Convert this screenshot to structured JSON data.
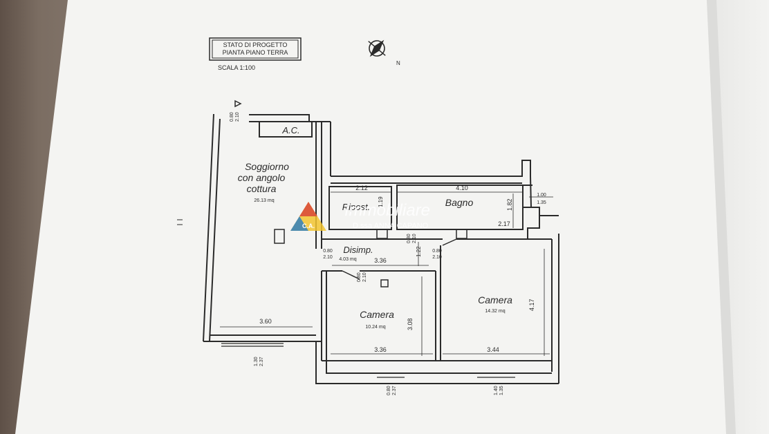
{
  "title_box": {
    "line1": "STATO DI PROGETTO",
    "line2": "PIANTA PIANO TERRA"
  },
  "scale": "SCALA 1:100",
  "compass_label": "N",
  "rooms": {
    "soggiorno": {
      "line1": "Soggiorno",
      "line2": "con angolo",
      "line3": "cottura",
      "area": "26.13 mq"
    },
    "ac": "A.C.",
    "ripost": "Ripost.",
    "bagno": "Bagno",
    "disimp": {
      "name": "Disimp.",
      "area": "4.03 mq"
    },
    "camera_small": {
      "name": "Camera",
      "area": "10.24 mq"
    },
    "camera_large": {
      "name": "Camera",
      "area": "14.32 mq"
    }
  },
  "dimensions": {
    "top_window_a": "0.80",
    "top_window_b": "2.10",
    "ripost_width": "2.12",
    "ripost_height": "1.19",
    "bagno_width": "4.10",
    "bagno_height": "1.82",
    "bagno_inner": "2.17",
    "side_a": "1.00",
    "side_b": "1.35",
    "door_left_a": "0.80",
    "door_left_b": "2.10",
    "disimp_width": "3.36",
    "door_mid_a": "0.80",
    "door_mid_b": "2.10",
    "disimp_height": "1.22",
    "door_right_a": "0.80",
    "door_right_b": "2.10",
    "door_camera_a": "0.80",
    "door_camera_b": "2.10",
    "soggiorno_width": "3.60",
    "camera_small_height": "3.08",
    "camera_small_width": "3.36",
    "camera_large_height": "4.17",
    "camera_large_width": "3.44",
    "bottom_left_a": "1.30",
    "bottom_left_b": "2.37",
    "bottom_mid_a": "0.80",
    "bottom_mid_b": "2.37",
    "bottom_right_a": "1.40",
    "bottom_right_b": "1.35"
  },
  "watermark": {
    "brand": "Immobiliare",
    "agent": "D.ssa ANNA CAPANO",
    "logo_letters": "C.A."
  },
  "colors": {
    "paper": "#f4f4f2",
    "ink": "#2a2a2a",
    "watermark": "#ffffff",
    "logo_red": "#d8453a",
    "logo_yellow": "#f2c430",
    "logo_blue": "#2f7fc0"
  }
}
